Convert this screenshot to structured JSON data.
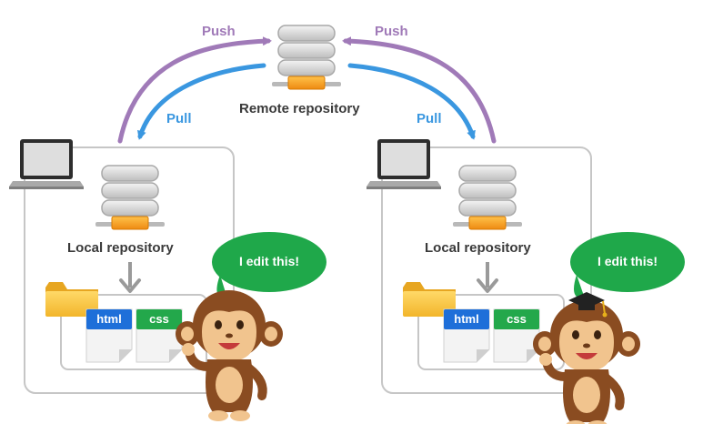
{
  "arrows": {
    "push_left": "Push",
    "push_right": "Push",
    "pull_left": "Pull",
    "pull_right": "Pull"
  },
  "remote": {
    "label": "Remote repository"
  },
  "left": {
    "local_label": "Local repository",
    "bubble": "I edit this!",
    "file_html": "html",
    "file_css": "css"
  },
  "right": {
    "local_label": "Local repository",
    "bubble": "I edit this!",
    "file_html": "html",
    "file_css": "css"
  },
  "colors": {
    "push": "#a07ab8",
    "pull": "#3a97e0",
    "server": "#c9c9c9",
    "connector": "#f29a1e",
    "bubble": "#1fa84a",
    "html_tag": "#1e6fd9",
    "css_tag": "#23a84b",
    "folder": "#f6c343"
  }
}
